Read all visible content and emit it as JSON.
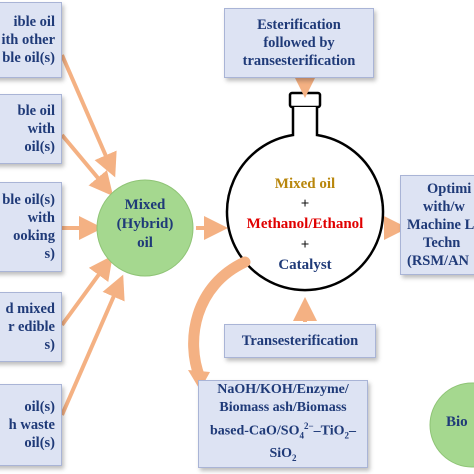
{
  "left_boxes": [
    {
      "lines": [
        "ible oil",
        "ith other",
        "ble oil(s)"
      ]
    },
    {
      "lines": [
        "ble oil",
        "with",
        "oil(s)"
      ]
    },
    {
      "lines": [
        "ble oil(s)",
        "with",
        "ooking",
        "s)"
      ]
    },
    {
      "lines": [
        "d mixed",
        "r edible",
        "s)"
      ]
    },
    {
      "lines": [
        "oil(s)",
        "h waste",
        "oil(s)"
      ]
    }
  ],
  "center_circle": {
    "lines": [
      "Mixed",
      "(Hybrid)",
      "oil"
    ]
  },
  "top_box": {
    "lines": [
      "Esterification",
      "followed by",
      "transesterification"
    ]
  },
  "flask": {
    "line1": "Mixed oil",
    "plus1": "+",
    "line2": "Methanol/Ethanol",
    "plus2": "+",
    "line3": "Catalyst"
  },
  "right_box": {
    "lines": [
      "Optimi",
      "with/w",
      "Machine L",
      "Techn",
      "(RSM/AN"
    ]
  },
  "trans_box": {
    "lines": [
      "Transesterification"
    ]
  },
  "catalyst_box": {
    "line1": "NaOH/KOH/Enzyme/",
    "line2": "Biomass ash/Biomass",
    "line3_prefix": "based-CaO/SO",
    "line3_sub": "4",
    "line3_sup": "2−",
    "line3_suffix": "–TiO",
    "line3_sub2": "2",
    "line3_end": "–",
    "line4": "SiO",
    "line4_sub": "2"
  },
  "bio_circle": {
    "label": "Bio"
  },
  "colors": {
    "box_fill": "#dde3f3",
    "box_text": "#1f3a78",
    "green": "#a5d88f",
    "arrow": "#f4b183",
    "gold_text": "#b8860b",
    "red_text": "#e00000"
  }
}
